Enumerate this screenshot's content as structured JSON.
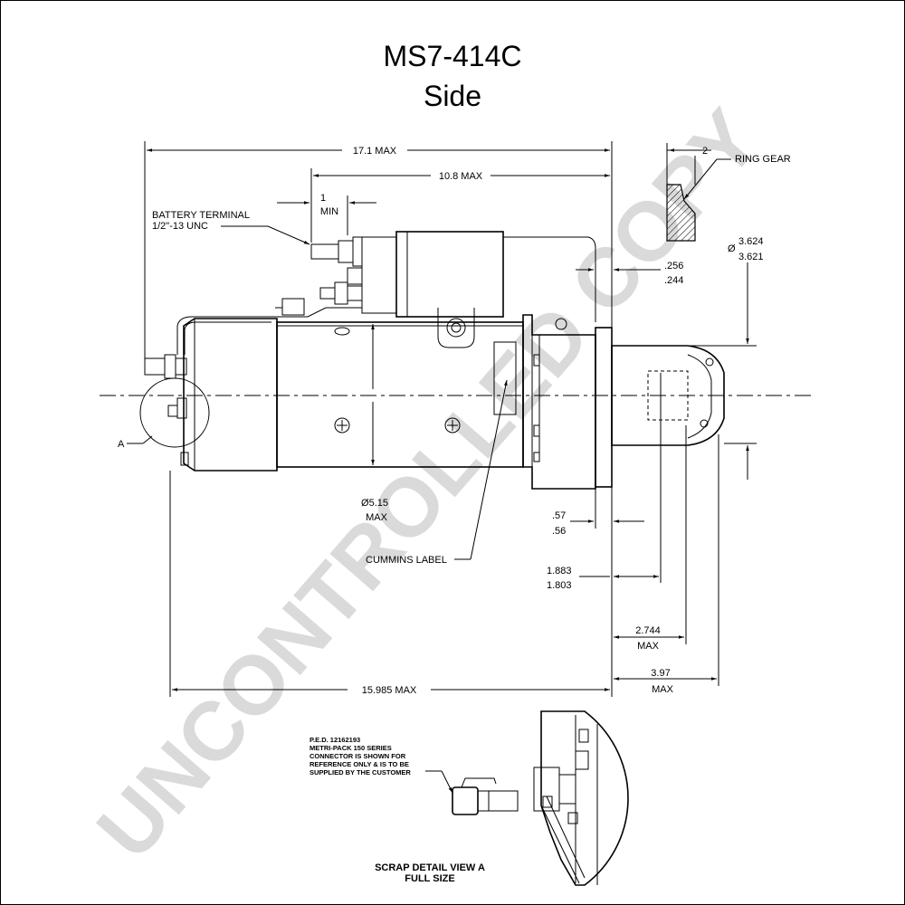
{
  "title": "MS7-414C",
  "subtitle": "Side",
  "watermark": "UNCONTROLLED COPY",
  "dimensions": {
    "overall_length": "17.1 MAX",
    "solenoid_length": "10.8 MAX",
    "terminal_min_value": "1",
    "terminal_min_unit": "MIN",
    "ring_gear_offset": "2",
    "pinion_dia_symbol": "Ø",
    "pinion_dia_max": "3.624",
    "pinion_dia_min": "3.621",
    "flange_gap_max": ".256",
    "flange_gap_min": ".244",
    "body_dia_value": "Ø5.15",
    "body_dia_unit": "MAX",
    "flange_thk_max": ".57",
    "flange_thk_min": ".56",
    "pinion_pos_max": "1.883",
    "pinion_pos_min": "1.803",
    "nose_len_value": "2.744",
    "nose_len_unit": "MAX",
    "nose_total_value": "3.97",
    "nose_total_unit": "MAX",
    "mount_length": "15.985 MAX"
  },
  "labels": {
    "battery_terminal_line1": "BATTERY TERMINAL",
    "battery_terminal_line2": "1/2\"-13 UNC",
    "ring_gear": "RING GEAR",
    "detail_ref": "A",
    "cummins_label": "CUMMINS LABEL",
    "connector_note": [
      "P.E.D. 12162193",
      "METRI-PACK 150 SERIES",
      "CONNECTOR IS SHOWN FOR",
      "REFERENCE ONLY & IS TO BE",
      "SUPPLIED BY THE CUSTOMER"
    ],
    "scrap_line1": "SCRAP DETAIL VIEW A",
    "scrap_line2": "FULL SIZE"
  }
}
